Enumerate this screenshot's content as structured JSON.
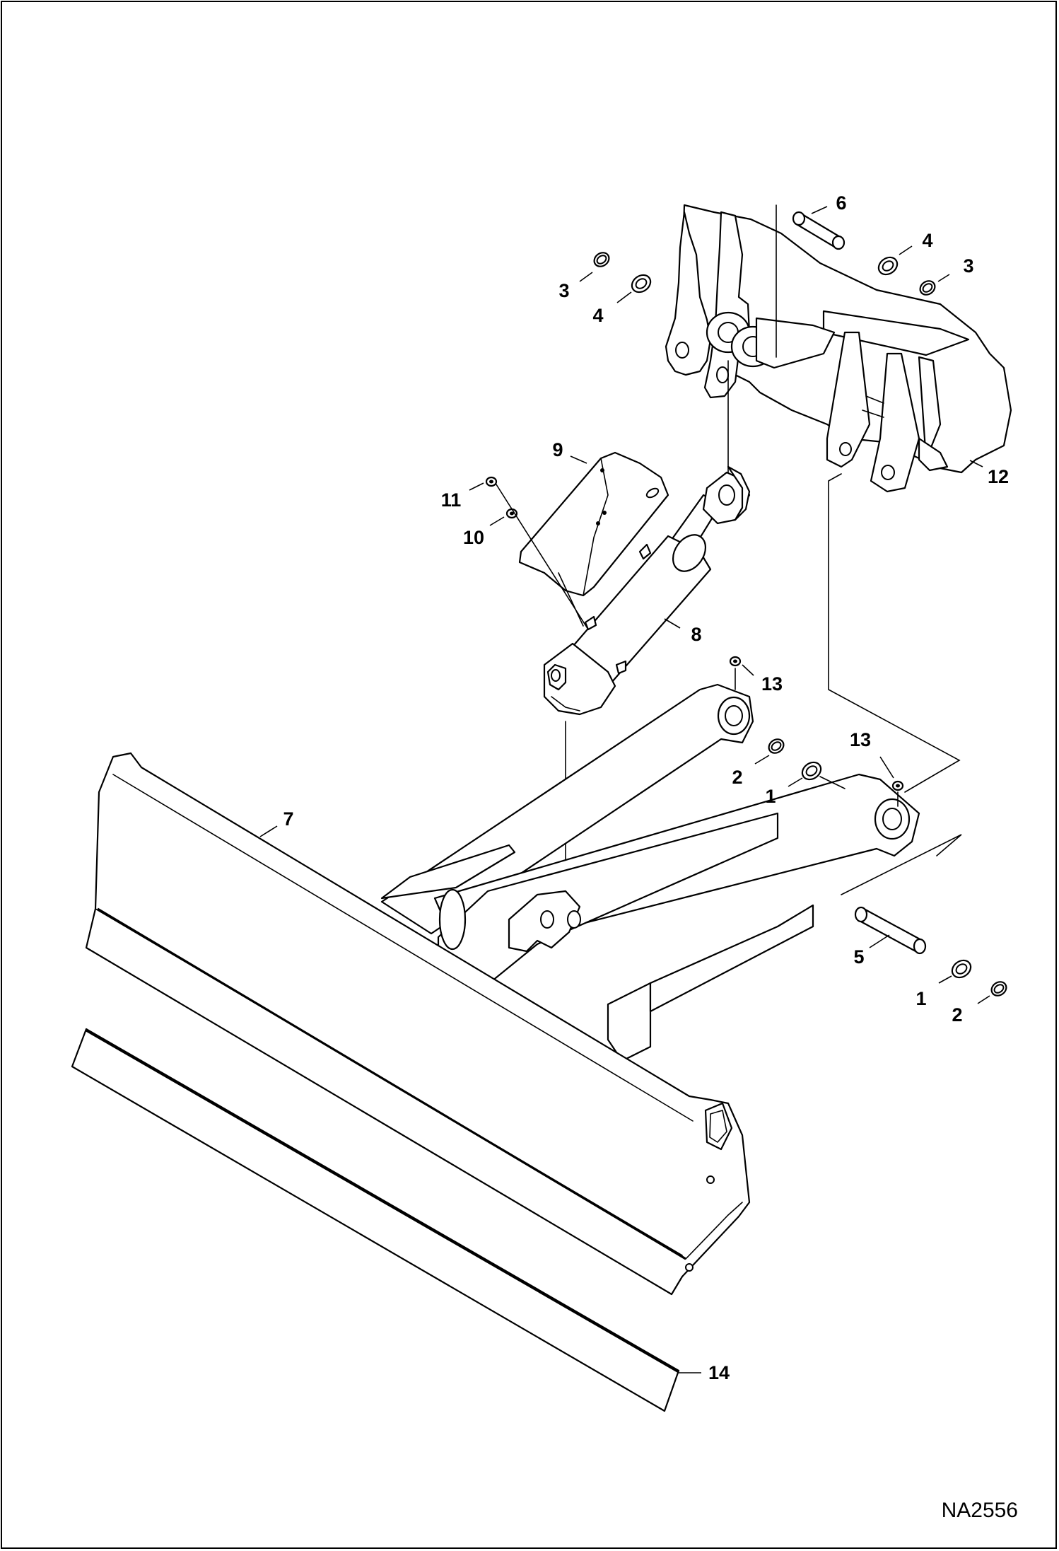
{
  "diagram": {
    "figure_id": "NA2556",
    "callouts": [
      {
        "id": "c-6",
        "label": "6"
      },
      {
        "id": "c-4a",
        "label": "4"
      },
      {
        "id": "c-3a",
        "label": "3"
      },
      {
        "id": "c-3b",
        "label": "3"
      },
      {
        "id": "c-4b",
        "label": "4"
      },
      {
        "id": "c-9",
        "label": "9"
      },
      {
        "id": "c-12",
        "label": "12"
      },
      {
        "id": "c-11",
        "label": "11"
      },
      {
        "id": "c-10",
        "label": "10"
      },
      {
        "id": "c-8",
        "label": "8"
      },
      {
        "id": "c-13a",
        "label": "13"
      },
      {
        "id": "c-13b",
        "label": "13"
      },
      {
        "id": "c-2a",
        "label": "2"
      },
      {
        "id": "c-1a",
        "label": "1"
      },
      {
        "id": "c-7",
        "label": "7"
      },
      {
        "id": "c-5",
        "label": "5"
      },
      {
        "id": "c-1b",
        "label": "1"
      },
      {
        "id": "c-2b",
        "label": "2"
      },
      {
        "id": "c-14",
        "label": "14"
      }
    ]
  }
}
